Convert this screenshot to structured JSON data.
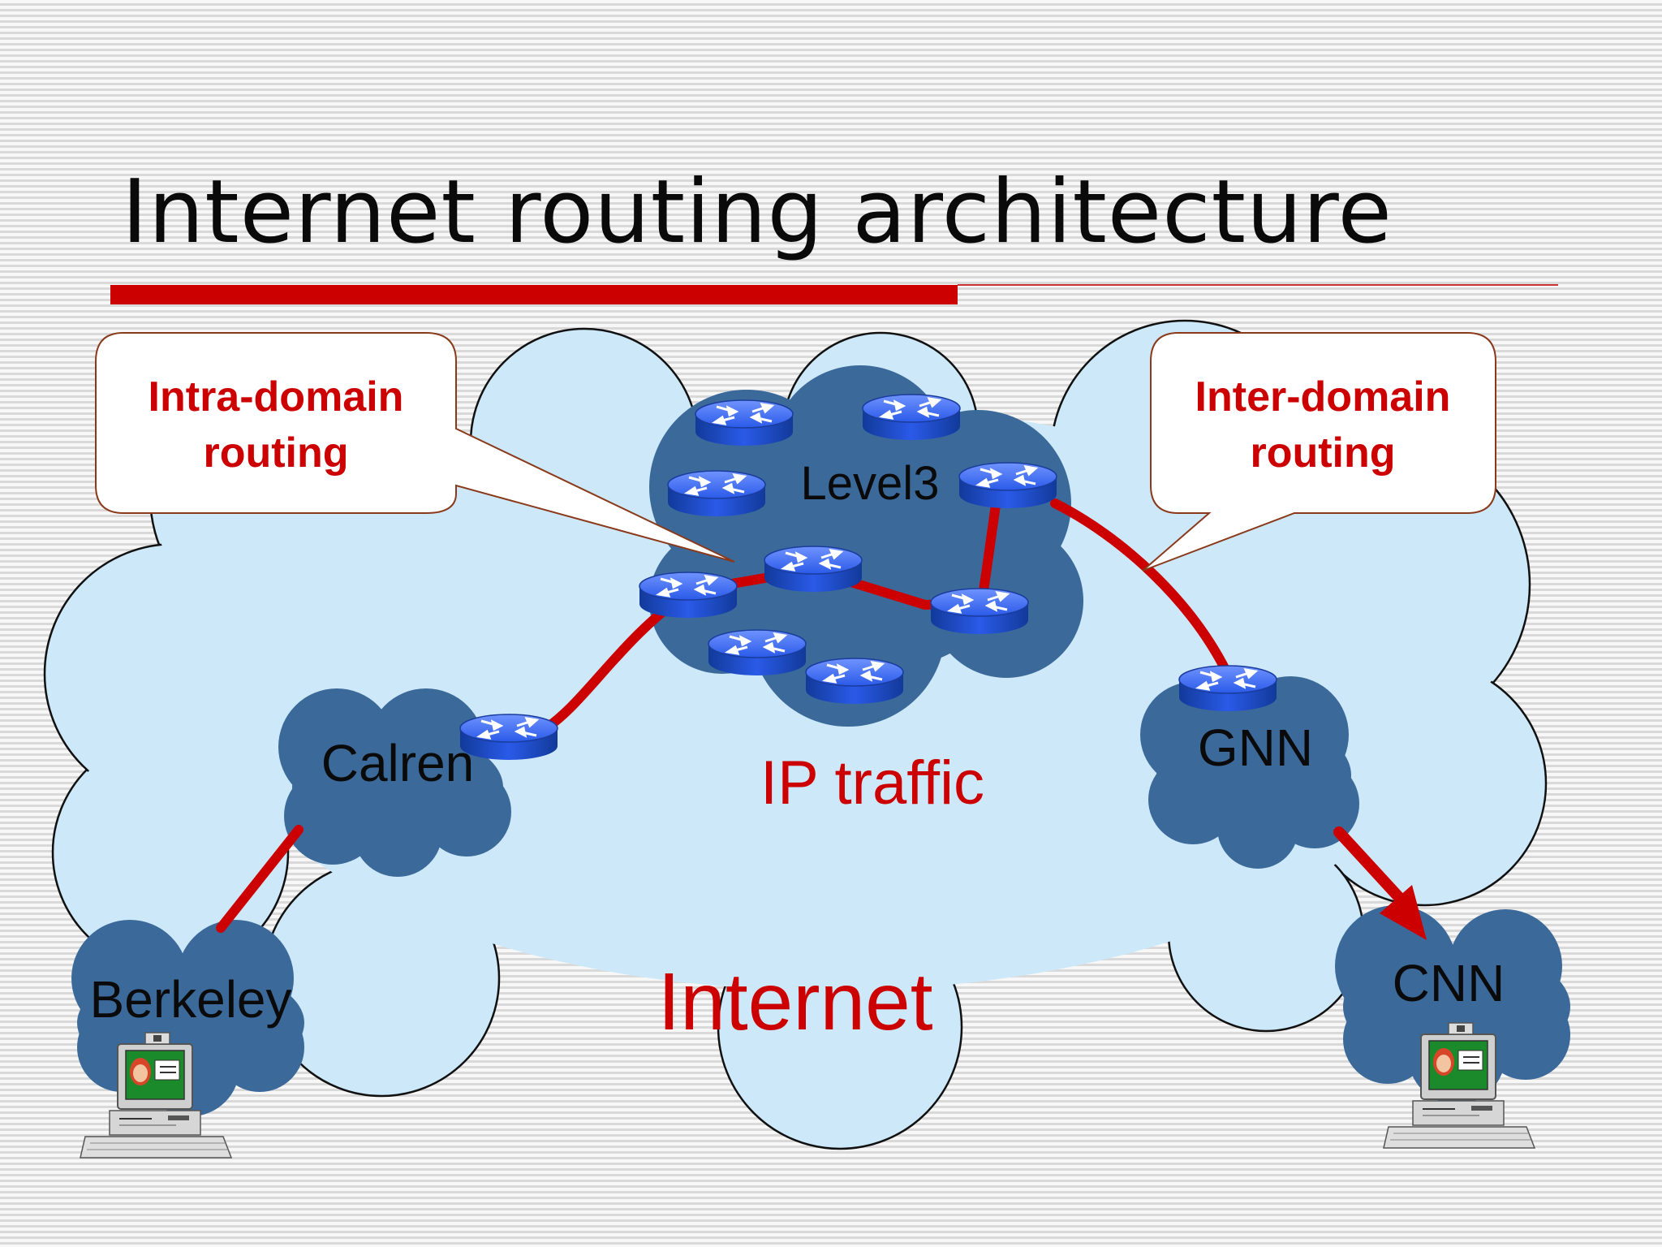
{
  "slide": {
    "title": "Internet routing architecture"
  },
  "callouts": {
    "intra_domain": {
      "line1": "Intra-domain",
      "line2": "routing"
    },
    "inter_domain": {
      "line1": "Inter-domain",
      "line2": "routing"
    }
  },
  "labels": {
    "level3": "Level3",
    "calren": "Calren",
    "gnn": "GNN",
    "berkeley": "Berkeley",
    "cnn": "CNN",
    "ip_traffic": "IP traffic",
    "internet": "Internet"
  },
  "colors": {
    "accent_red": "#cc0000",
    "cloud_light": "#cde9f9",
    "cloud_dark": "#3b6a9a",
    "router_blue": "#2a5ae8"
  },
  "icons": {
    "router": "router-icon",
    "computer": "computer-icon"
  }
}
